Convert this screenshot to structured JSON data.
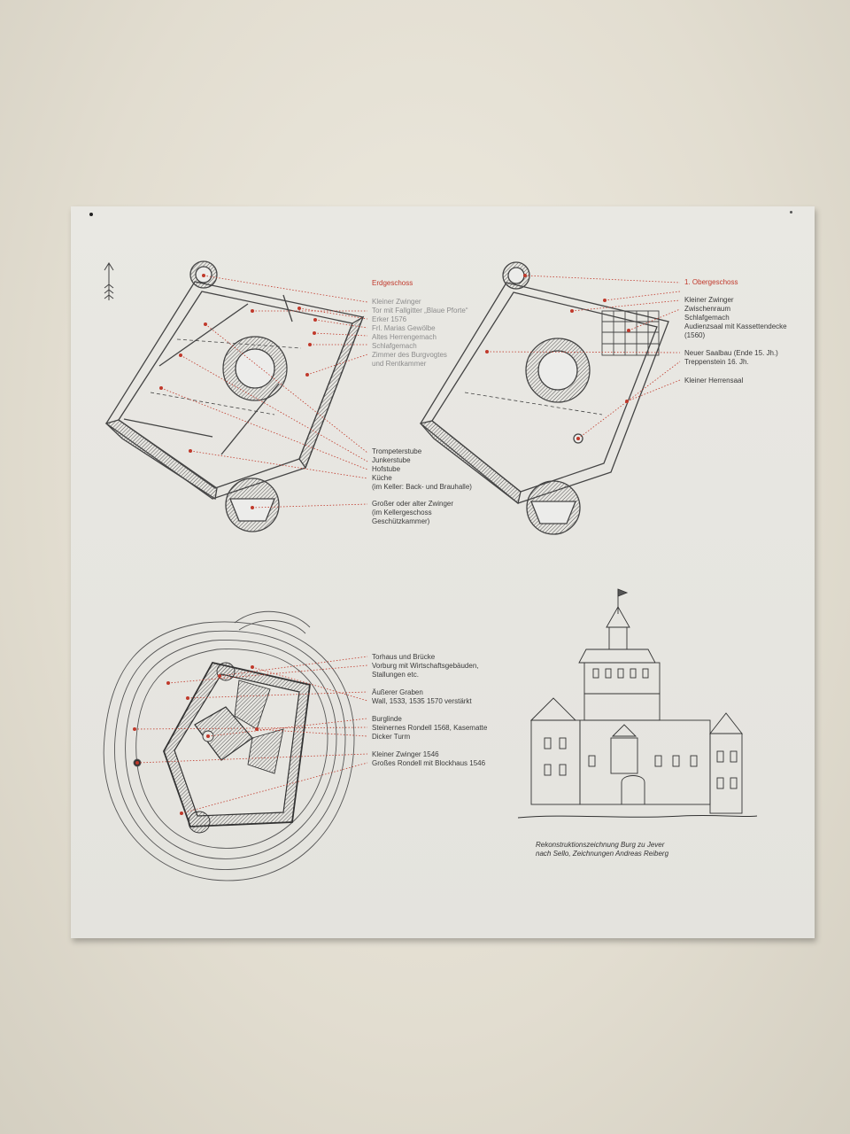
{
  "ground_floor": {
    "heading": "Erdgeschoss",
    "labels_top": [
      "Kleiner Zwinger",
      "Tor mit Fallgitter „Blaue Pforte“",
      "Erker 1576",
      "Frl. Marias Gewölbe",
      "Altes Herrengemach",
      "Schlafgemach",
      "Zimmer des Burgvogtes",
      "und Rentkammer"
    ],
    "labels_mid": [
      "Trompeterstube",
      "Junkerstube",
      "Hofstube",
      "Küche",
      "(im Keller: Back- und Brauhalle)"
    ],
    "labels_low": [
      "Großer oder alter Zwinger",
      "(im Kellergeschoss",
      "Geschützkammer)"
    ]
  },
  "upper_floor": {
    "heading": "1. Obergeschoss",
    "labels_top": [
      "Kleiner Zwinger",
      "Zwischenraum",
      "Schlafgemach",
      "Audienzsaal mit Kassettendecke",
      "(1560)"
    ],
    "labels_mid": [
      "Neuer Saalbau (Ende 15. Jh.)",
      "Treppenstein 16. Jh."
    ],
    "labels_low": [
      "Kleiner Herrensaal"
    ]
  },
  "site_plan": {
    "labels_a": [
      "Torhaus und Brücke",
      "Vorburg mit Wirtschaftsgebäuden,",
      "Stallungen etc."
    ],
    "labels_b": [
      "Äußerer Graben",
      "Wall, 1533, 1535 1570 verstärkt"
    ],
    "labels_c": [
      "Burglinde",
      "Steinernes Rondell 1568, Kasematte",
      "Dicker Turm"
    ],
    "labels_d": [
      "Kleiner Zwinger 1546",
      "Großes Rondell mit Blockhaus 1546"
    ]
  },
  "caption": [
    "Rekonstruktionszeichnung Burg zu Jever",
    "nach Sello, Zeichnungen Andreas Reiberg"
  ],
  "colors": {
    "accent": "#c0392b",
    "ink": "#3a3a3a",
    "board": "#e7e6e1",
    "wall": "#e2ddd0"
  }
}
